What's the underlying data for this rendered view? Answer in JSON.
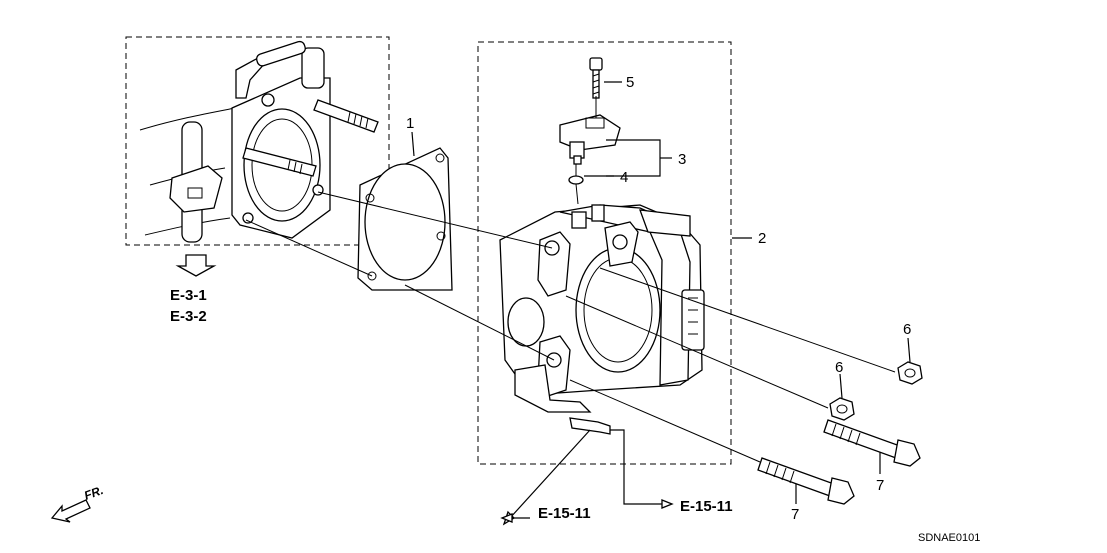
{
  "callouts": [
    "1",
    "2",
    "3",
    "4",
    "5",
    "6",
    "6",
    "7",
    "7"
  ],
  "refs": {
    "e31": "E-3-1",
    "e32": "E-3-2",
    "e1511_left": "E-15-11",
    "e1511_right": "E-15-11"
  },
  "direction": "FR.",
  "diagram_code": "SDNAE0101"
}
